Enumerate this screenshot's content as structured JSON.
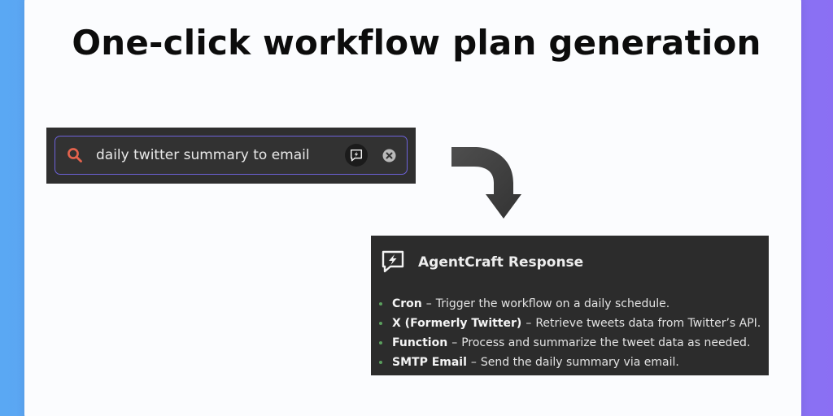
{
  "title": "One-click workflow plan generation",
  "search": {
    "value": "daily twitter summary to email",
    "search_icon": "search-icon",
    "agent_icon": "lightning-chat-icon",
    "clear_icon": "close-circle-icon"
  },
  "response": {
    "icon": "lightning-chat-icon",
    "title": "AgentCraft Response",
    "items": [
      {
        "name": "Cron",
        "separator": "–",
        "description": "Trigger the workflow on a daily schedule."
      },
      {
        "name": "X (Formerly Twitter)",
        "separator": "–",
        "description": "Retrieve tweets data from Twitter’s API."
      },
      {
        "name": "Function",
        "separator": "–",
        "description": "Process and summarize the tweet data as needed."
      },
      {
        "name": "SMTP Email",
        "separator": "–",
        "description": "Send the daily summary via email."
      }
    ]
  },
  "colors": {
    "background_gradient": [
      "#5aa8f3",
      "#8b6ff3"
    ],
    "card": "#fbfcfe",
    "panel": "#2f2f2f",
    "search_border": "#6d62d9",
    "search_icon": "#e5634d",
    "bullet": "#5ba05e",
    "arrow": "#4a4a4a"
  }
}
